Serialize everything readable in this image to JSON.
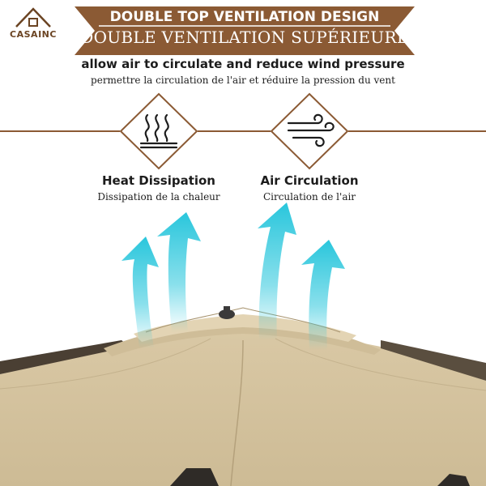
{
  "brand": {
    "name": "CASAINC",
    "color": "#6b4423"
  },
  "header": {
    "title": "DOUBLE TOP VENTILATION DESIGN",
    "subtitle": "DOUBLE VENTILATION SUPÉRIEURE",
    "banner_color": "#8b5a34"
  },
  "tagline": {
    "en": "allow air to circulate and reduce wind pressure",
    "fr": "permettre la circulation de l'air et réduire la pression du vent"
  },
  "features": [
    {
      "icon": "heat-waves-icon",
      "title": "Heat Dissipation",
      "subtitle": "Dissipation de la chaleur"
    },
    {
      "icon": "wind-icon",
      "title": "Air Circulation",
      "subtitle": "Circulation de l'air"
    }
  ],
  "colors": {
    "arrow": "#29c6dc",
    "canopy": "#d6c5a2",
    "line": "#8b5a34"
  }
}
